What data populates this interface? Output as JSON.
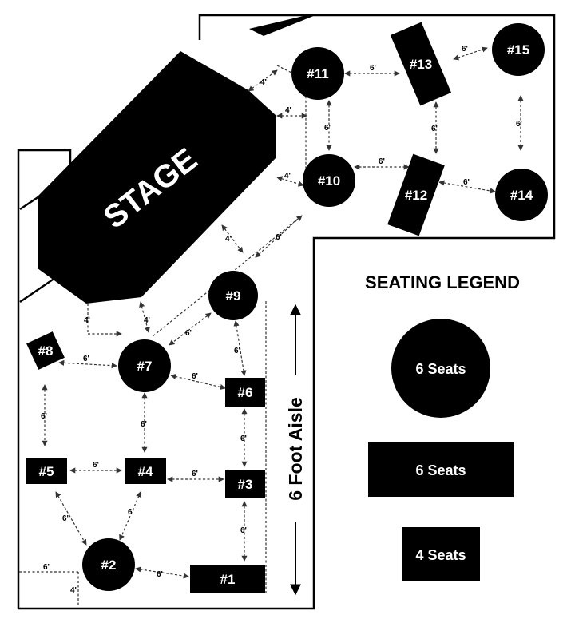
{
  "stage": {
    "label": "STAGE"
  },
  "tables": {
    "t1": "#1",
    "t2": "#2",
    "t3": "#3",
    "t4": "#4",
    "t5": "#5",
    "t6": "#6",
    "t7": "#7",
    "t8": "#8",
    "t9": "#9",
    "t10": "#10",
    "t11": "#11",
    "t12": "#12",
    "t13": "#13",
    "t14": "#14",
    "t15": "#15"
  },
  "distances": {
    "six": "6'",
    "four": "4'"
  },
  "aisle": {
    "label": "6 Foot Aisle"
  },
  "legend": {
    "title": "SEATING LEGEND",
    "round": "6 Seats",
    "long_rect": "6 Seats",
    "small_rect": "4 Seats"
  },
  "colors": {
    "table_fill": "#000000",
    "table_text": "#ffffff",
    "wall": "#000000"
  }
}
